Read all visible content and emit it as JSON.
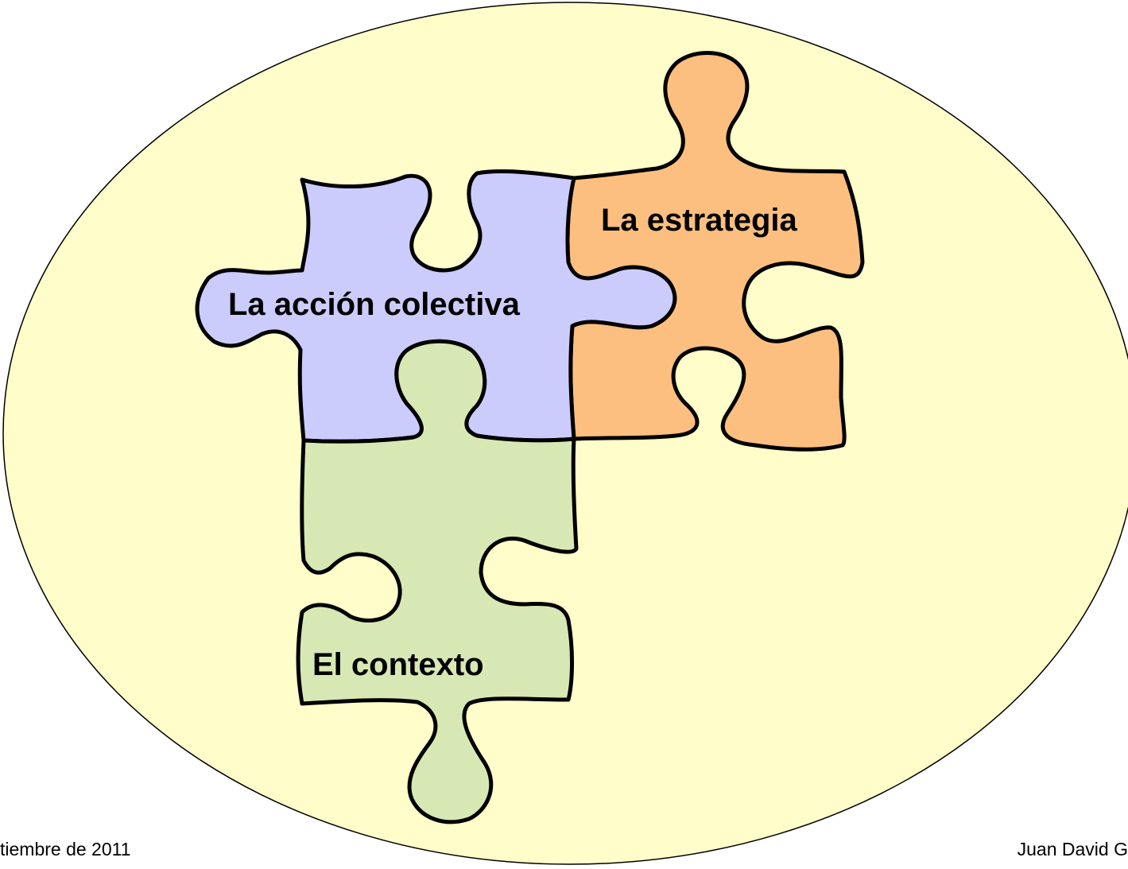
{
  "diagram": {
    "background_color": "#fffdc9",
    "pieces": [
      {
        "id": "accion",
        "label": "La acción colectiva",
        "color": "#ccccfc"
      },
      {
        "id": "estrategia",
        "label": "La estrategia",
        "color": "#fdbf7f"
      },
      {
        "id": "contexto",
        "label": "El contexto",
        "color": "#d8e8b4"
      }
    ]
  },
  "footer": {
    "left": "tiembre de 2011",
    "right": "Juan David G"
  }
}
